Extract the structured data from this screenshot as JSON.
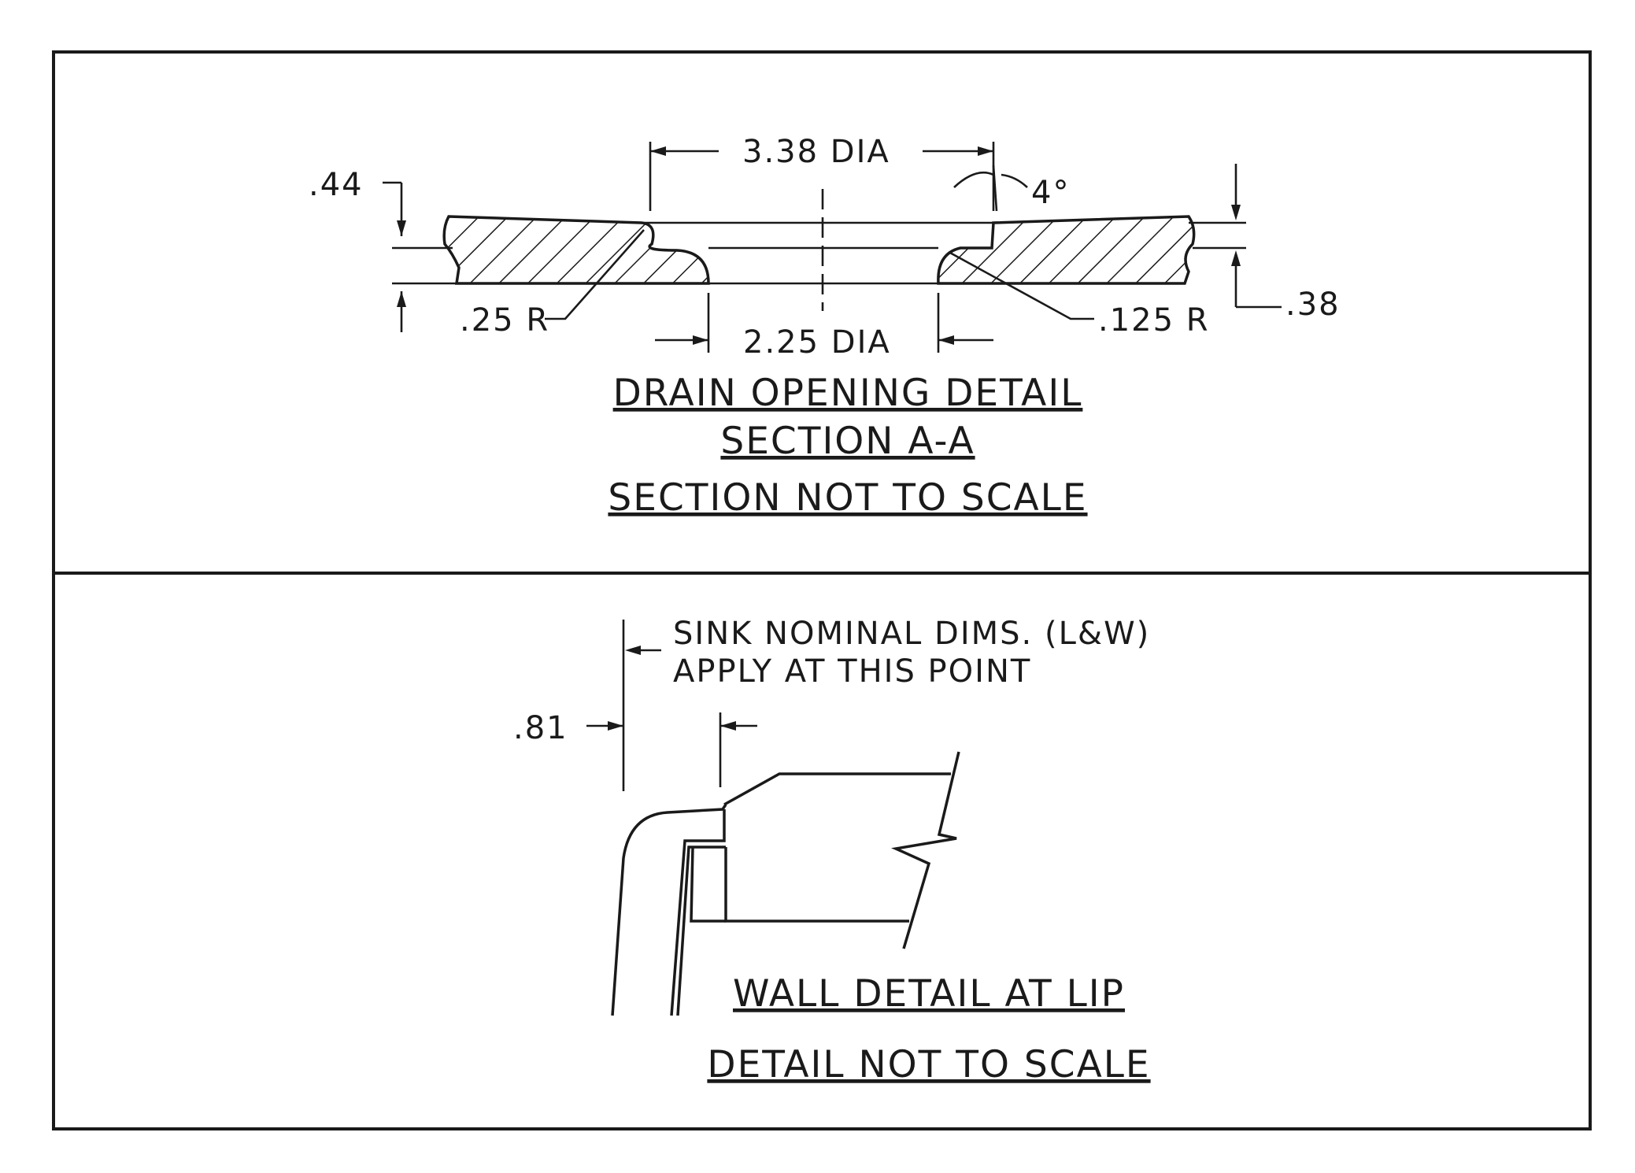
{
  "drain_detail": {
    "dim_top_dia": "3.38 DIA",
    "dim_angle": "4°",
    "dim_left_height": ".44",
    "dim_left_radius": ".25 R",
    "dim_bottom_dia": "2.25 DIA",
    "dim_right_radius": ".125 R",
    "dim_right_height": ".38",
    "title_line1": "DRAIN OPENING DETAIL",
    "title_line2": "SECTION A-A",
    "title_line3": "SECTION NOT TO SCALE"
  },
  "wall_detail": {
    "note_line1": "SINK NOMINAL DIMS. (L&W)",
    "note_line2": "APPLY AT THIS POINT",
    "dim_offset": ".81",
    "title_line1": "WALL DETAIL AT LIP",
    "title_line2": "DETAIL NOT TO SCALE"
  }
}
